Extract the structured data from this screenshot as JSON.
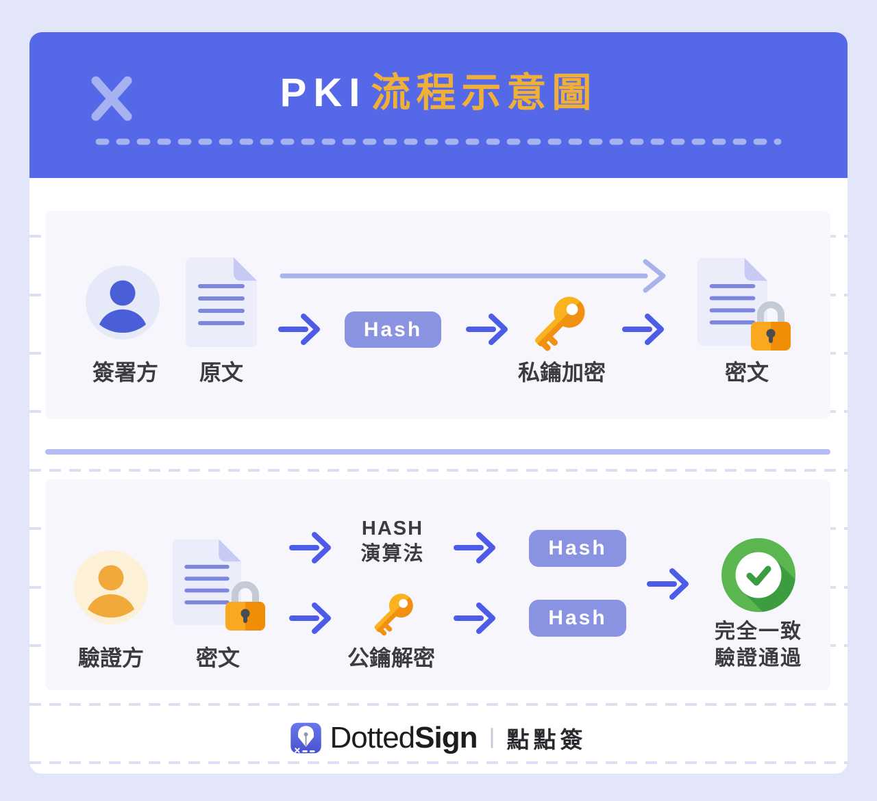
{
  "header": {
    "title_en": "PKI",
    "title_zh": "流程示意圖"
  },
  "signing_flow": {
    "signer_label": "簽署方",
    "original_doc_label": "原文",
    "hash_label": "Hash",
    "private_key_label": "私鑰加密",
    "cipher_label": "密文"
  },
  "verification_flow": {
    "verifier_label": "驗證方",
    "cipher_label": "密文",
    "hash_algorithm_line1": "HASH",
    "hash_algorithm_line2": "演算法",
    "public_key_label": "公鑰解密",
    "hash_top_label": "Hash",
    "hash_bottom_label": "Hash",
    "result_line1": "完全一致",
    "result_line2": "驗證通過"
  },
  "footer": {
    "brand_name_light": "Dotted",
    "brand_name_bold": "Sign",
    "brand_zh": "點點簽"
  },
  "colors": {
    "page_bg": "#E3E6F8",
    "header_bg": "#5569E8",
    "accent_yellow": "#F0AF38",
    "arrow_blue": "#4C5CE6",
    "long_arrow": "#A8B3EC",
    "hash_pill": "#8A92E2",
    "key_orange": "#FBB21F",
    "lock_orange": "#F9A81F",
    "success_green": "#5CB64F",
    "panel_bg": "#F6F6FC"
  }
}
